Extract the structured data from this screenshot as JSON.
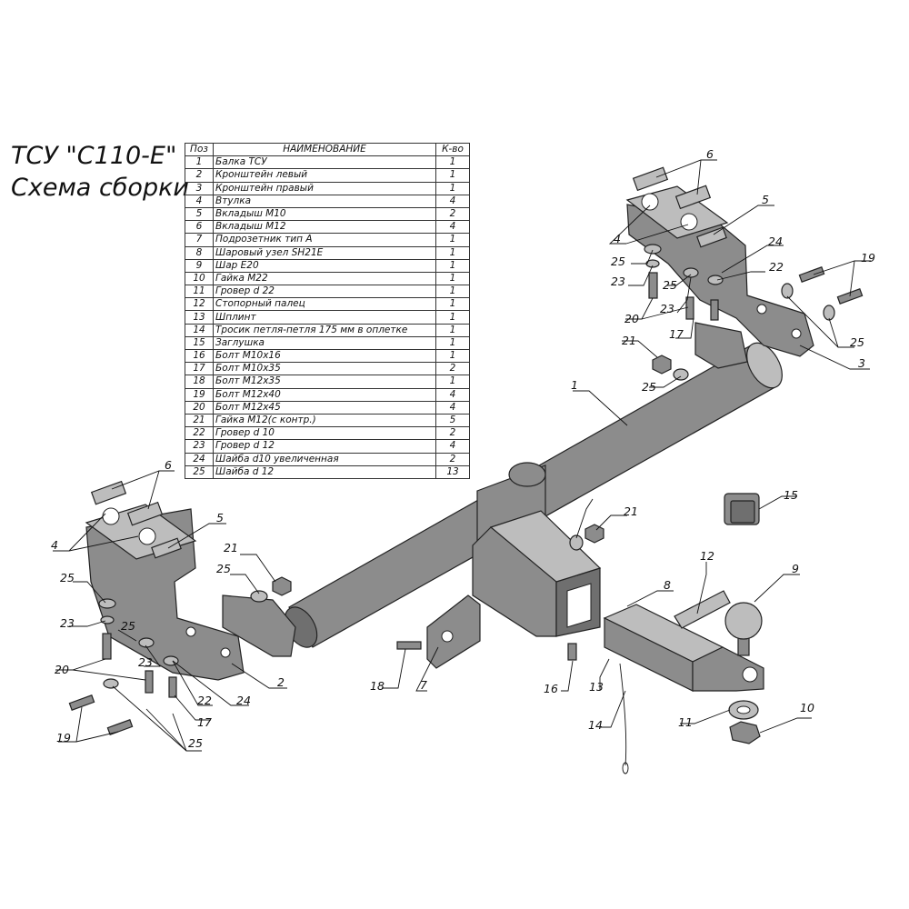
{
  "title": {
    "line1": "ТСУ \"С110-Е\"",
    "line2": "Схема сборки"
  },
  "table": {
    "headers": {
      "pos": "Поз",
      "name": "НАИМЕНОВАНИЕ",
      "qty": "К-во"
    },
    "rows": [
      {
        "pos": "1",
        "name": "Балка ТСУ",
        "qty": "1"
      },
      {
        "pos": "2",
        "name": "Кронштейн левый",
        "qty": "1"
      },
      {
        "pos": "3",
        "name": "Кронштейн правый",
        "qty": "1"
      },
      {
        "pos": "4",
        "name": "Втулка",
        "qty": "4"
      },
      {
        "pos": "5",
        "name": "Вкладыш М10",
        "qty": "2"
      },
      {
        "pos": "6",
        "name": "Вкладыш М12",
        "qty": "4"
      },
      {
        "pos": "7",
        "name": "Подрозетник тип А",
        "qty": "1"
      },
      {
        "pos": "8",
        "name": "Шаровый узел SH21E",
        "qty": "1"
      },
      {
        "pos": "9",
        "name": "Шар Е20",
        "qty": "1"
      },
      {
        "pos": "10",
        "name": "Гайка М22",
        "qty": "1"
      },
      {
        "pos": "11",
        "name": "Гровер d 22",
        "qty": "1"
      },
      {
        "pos": "12",
        "name": "Стопорный палец",
        "qty": "1"
      },
      {
        "pos": "13",
        "name": "Шплинт",
        "qty": "1"
      },
      {
        "pos": "14",
        "name": "Тросик петля-петля 175 мм в оплетке",
        "qty": "1"
      },
      {
        "pos": "15",
        "name": "Заглушка",
        "qty": "1"
      },
      {
        "pos": "16",
        "name": "Болт М10х16",
        "qty": "1"
      },
      {
        "pos": "17",
        "name": "Болт М10х35",
        "qty": "2"
      },
      {
        "pos": "18",
        "name": "Болт М12х35",
        "qty": "1"
      },
      {
        "pos": "19",
        "name": "Болт М12х40",
        "qty": "4"
      },
      {
        "pos": "20",
        "name": "Болт М12х45",
        "qty": "4"
      },
      {
        "pos": "21",
        "name": "Гайка М12(с контр.)",
        "qty": "5"
      },
      {
        "pos": "22",
        "name": "Гровер d 10",
        "qty": "2"
      },
      {
        "pos": "23",
        "name": "Гровер d 12",
        "qty": "4"
      },
      {
        "pos": "24",
        "name": "Шайба d10 увеличенная",
        "qty": "2"
      },
      {
        "pos": "25",
        "name": "Шайба d 12",
        "qty": "13"
      }
    ]
  },
  "callouts": [
    {
      "label": "1"
    },
    {
      "label": "2"
    },
    {
      "label": "3"
    },
    {
      "label": "4"
    },
    {
      "label": "4"
    },
    {
      "label": "5"
    },
    {
      "label": "5"
    },
    {
      "label": "6"
    },
    {
      "label": "6"
    },
    {
      "label": "7"
    },
    {
      "label": "8"
    },
    {
      "label": "9"
    },
    {
      "label": "10"
    },
    {
      "label": "11"
    },
    {
      "label": "12"
    },
    {
      "label": "13"
    },
    {
      "label": "14"
    },
    {
      "label": "15"
    },
    {
      "label": "16"
    },
    {
      "label": "17"
    },
    {
      "label": "17"
    },
    {
      "label": "18"
    },
    {
      "label": "19"
    },
    {
      "label": "19"
    },
    {
      "label": "20"
    },
    {
      "label": "20"
    },
    {
      "label": "21"
    },
    {
      "label": "21"
    },
    {
      "label": "21"
    },
    {
      "label": "22"
    },
    {
      "label": "22"
    },
    {
      "label": "23"
    },
    {
      "label": "23"
    },
    {
      "label": "23"
    },
    {
      "label": "23"
    },
    {
      "label": "24"
    },
    {
      "label": "24"
    },
    {
      "label": "25"
    },
    {
      "label": "25"
    },
    {
      "label": "25"
    },
    {
      "label": "25"
    },
    {
      "label": "25"
    },
    {
      "label": "25"
    },
    {
      "label": "25"
    },
    {
      "label": "25"
    }
  ]
}
